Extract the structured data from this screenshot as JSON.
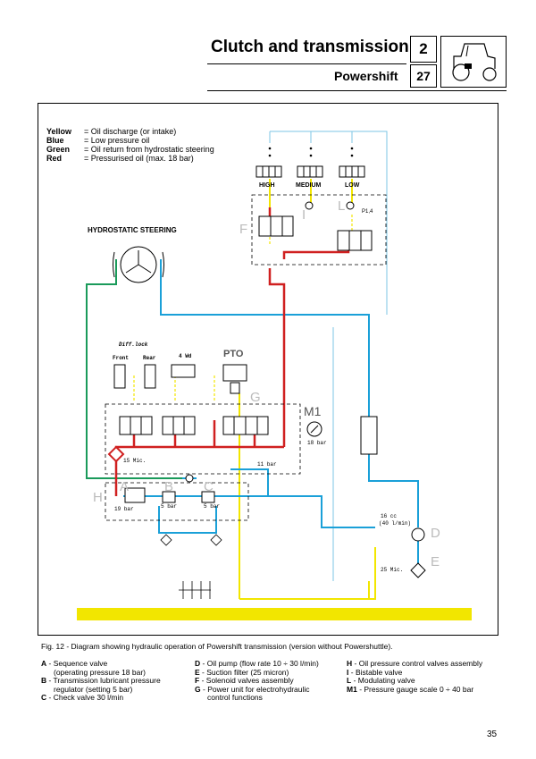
{
  "header": {
    "title": "Clutch and transmission",
    "section_number": "2",
    "subtitle": "Powershift",
    "page_code": "27"
  },
  "colors": {
    "yellow": "#f2e600",
    "blue": "#1aa0d8",
    "green": "#1a9a5a",
    "red": "#d02020",
    "light_blue": "#7cc6e6"
  },
  "legend": [
    {
      "key": "Yellow",
      "text": "= Oil discharge (or intake)"
    },
    {
      "key": "Blue",
      "text": "= Low pressure oil"
    },
    {
      "key": "Green",
      "text": "= Oil return from hydrostatic steering"
    },
    {
      "key": "Red",
      "text": "= Pressurised oil (max. 18 bar)"
    }
  ],
  "diagram": {
    "labels": {
      "high": "HIGH",
      "medium": "MEDIUM",
      "low": "LOW",
      "steering": "HYDROSTATIC STEERING",
      "diff_lock": "Diff.lock",
      "front": "Front",
      "rear": "Rear",
      "fourwd": "4 Wd",
      "pto": "PTO",
      "m1": "M1",
      "bar18": "18 bar",
      "mic15": "15 Mic.",
      "bar11": "11 bar",
      "bar19": "19 bar",
      "bar5a": "5 bar",
      "bar5b": "5 bar",
      "cc16": "16 cc",
      "lmin40": "(40 l/min)",
      "mic25": "25 Mic.",
      "p14": "P1,4",
      "f": "F",
      "i": "I",
      "l": "L",
      "g": "G",
      "h": "H",
      "a": "A",
      "b": "B",
      "c": "C",
      "d": "D",
      "e": "E"
    }
  },
  "caption": "Fig. 12 - Diagram showing hydraulic operation of Powershift transmission (version without Powershuttle).",
  "components": {
    "col1": [
      {
        "key": "A",
        "text": "- Sequence valve"
      },
      {
        "key": "",
        "text": "(operating pressure 18 bar)"
      },
      {
        "key": "B",
        "text": "- Transmission lubricant pressure"
      },
      {
        "key": "",
        "text": "regulator (setting 5 bar)"
      },
      {
        "key": "C",
        "text": "- Check valve 30 l/min"
      }
    ],
    "col2": [
      {
        "key": "D",
        "text": "- Oil pump (flow rate 10 ÷ 30 l/min)"
      },
      {
        "key": "E",
        "text": "- Suction filter (25 micron)"
      },
      {
        "key": "F",
        "text": "- Solenoid valves assembly"
      },
      {
        "key": "G",
        "text": "- Power unit for electrohydraulic"
      },
      {
        "key": "",
        "text": "control functions"
      }
    ],
    "col3": [
      {
        "key": "H",
        "text": "- Oil pressure control valves assembly"
      },
      {
        "key": "I",
        "text": "- Bistable valve"
      },
      {
        "key": "L",
        "text": "- Modulating valve"
      },
      {
        "key": "M1",
        "text": "- Pressure gauge scale 0 ÷ 40 bar"
      }
    ]
  },
  "page_number": "35"
}
